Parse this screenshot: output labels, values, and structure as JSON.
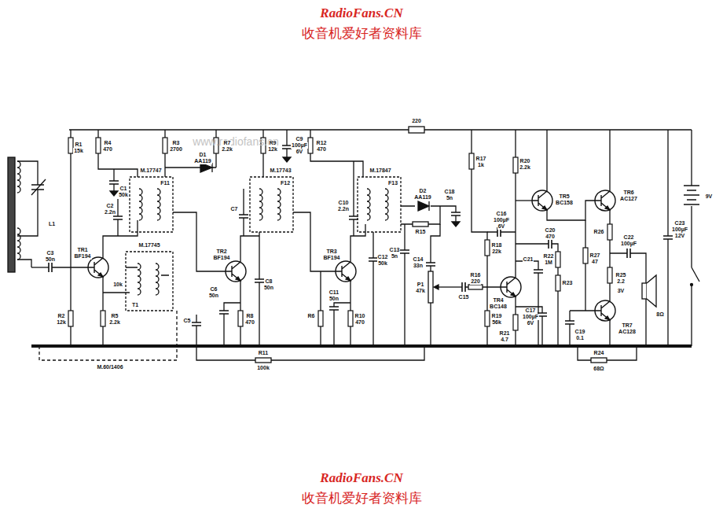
{
  "diagram": {
    "labels": [
      "RadioFans.CN",
      "收音机爱好者资料库",
      "RadioFans.CN",
      "收音机爱好者资料库",
      "www.radiofans.cn",
      "R1",
      "15k",
      "R4",
      "470",
      "R3",
      "2700",
      "R7",
      "2.2k",
      "D1",
      "AA119",
      "R9",
      "12k",
      "C9",
      "100µF",
      "6V",
      "R12",
      "470",
      "220",
      "R17",
      "1k",
      "R20",
      "2.2k",
      "TR5",
      "BC158",
      "TR6",
      "AC127",
      "C1",
      "50k",
      "C2",
      "2.2n",
      "M.17747",
      "F11",
      "M.17743",
      "F12",
      "M.17847",
      "F13",
      "D2",
      "AA119",
      "R15",
      "C18",
      "5n",
      "C3",
      "50n",
      "TR1",
      "BF194",
      "M.17745",
      "T1",
      "TR2",
      "BF194",
      "TR3",
      "BF194",
      "C7",
      "C10",
      "2.2n",
      "C12",
      "50k",
      "C8",
      "50n",
      "C6",
      "50n",
      "C11",
      "50n",
      "C5",
      "R8",
      "470",
      "R6",
      "R10",
      "470",
      "C13",
      "5n",
      "R11",
      "100k",
      "R2",
      "12k",
      "R5",
      "2.2k",
      "10k",
      "L1",
      "M.60/1406",
      "C14",
      "33n",
      "P1",
      "47k",
      "C15",
      "R16",
      "220",
      "R18",
      "22k",
      "R19",
      "56k",
      "TR4",
      "BC148",
      "C16",
      "100µF",
      "6V",
      "C20",
      "470",
      "C21",
      "R22",
      "1M",
      "R23",
      "C19",
      "0.1",
      "C17",
      "100µF",
      "6V",
      "R21",
      "4.7",
      "R26",
      "R27",
      "47",
      "C22",
      "100µF",
      "R25",
      "2.2",
      "3V",
      "TR7",
      "AC128",
      "C23",
      "100µF",
      "12V",
      "9V",
      "8Ω",
      "R24",
      "68Ω"
    ]
  }
}
